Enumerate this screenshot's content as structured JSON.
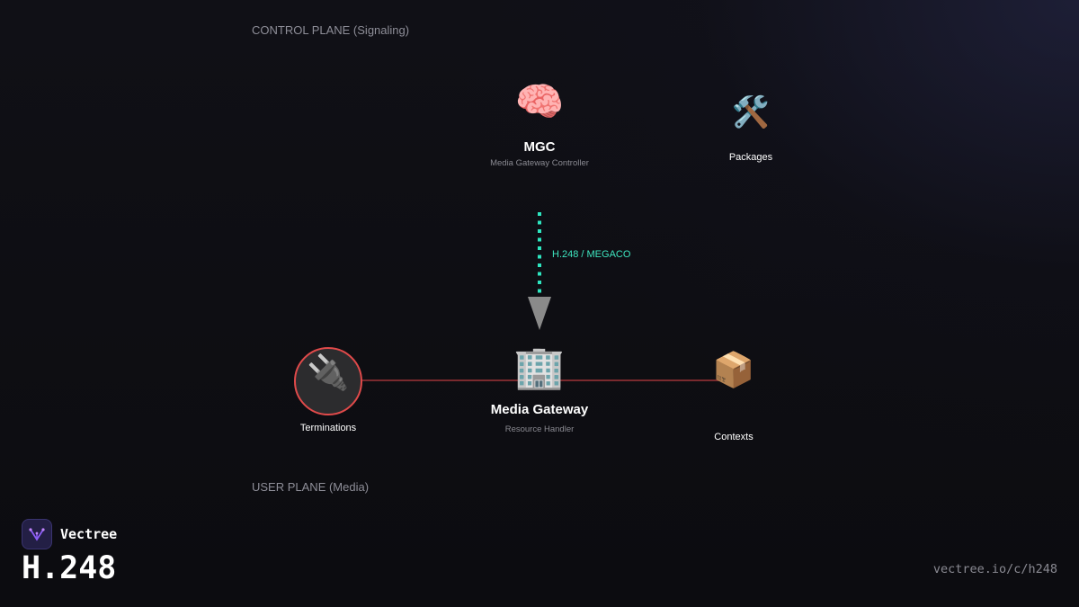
{
  "planes": {
    "control": "CONTROL PLANE (Signaling)",
    "user": "USER PLANE (Media)"
  },
  "nodes": {
    "mgc": {
      "icon": "🧠",
      "icon_name": "brain-icon",
      "title": "MGC",
      "subtitle": "Media Gateway Controller"
    },
    "packages": {
      "icon": "🛠️",
      "icon_name": "tools-icon",
      "label": "Packages"
    },
    "media_gateway": {
      "icon": "🏢",
      "icon_name": "office-building-icon",
      "title": "Media Gateway",
      "subtitle": "Resource Handler"
    },
    "terminations": {
      "icon": "🔌",
      "icon_name": "plug-icon",
      "label": "Terminations"
    },
    "contexts": {
      "icon": "📦",
      "icon_name": "package-box-icon",
      "label": "Contexts"
    }
  },
  "links": {
    "protocol": "H.248 / MEGACO"
  },
  "colors": {
    "background": "#0c0c10",
    "signaling_line": "#2ee6c0",
    "media_line": "#7a2a2e",
    "arrow": "#8a8a8a",
    "termination_border": "#e04a4a",
    "brand_accent": "#8b5cf6"
  },
  "brand": {
    "name": "Vectree",
    "title": "H.248",
    "url": "vectree.io/c/h248"
  }
}
